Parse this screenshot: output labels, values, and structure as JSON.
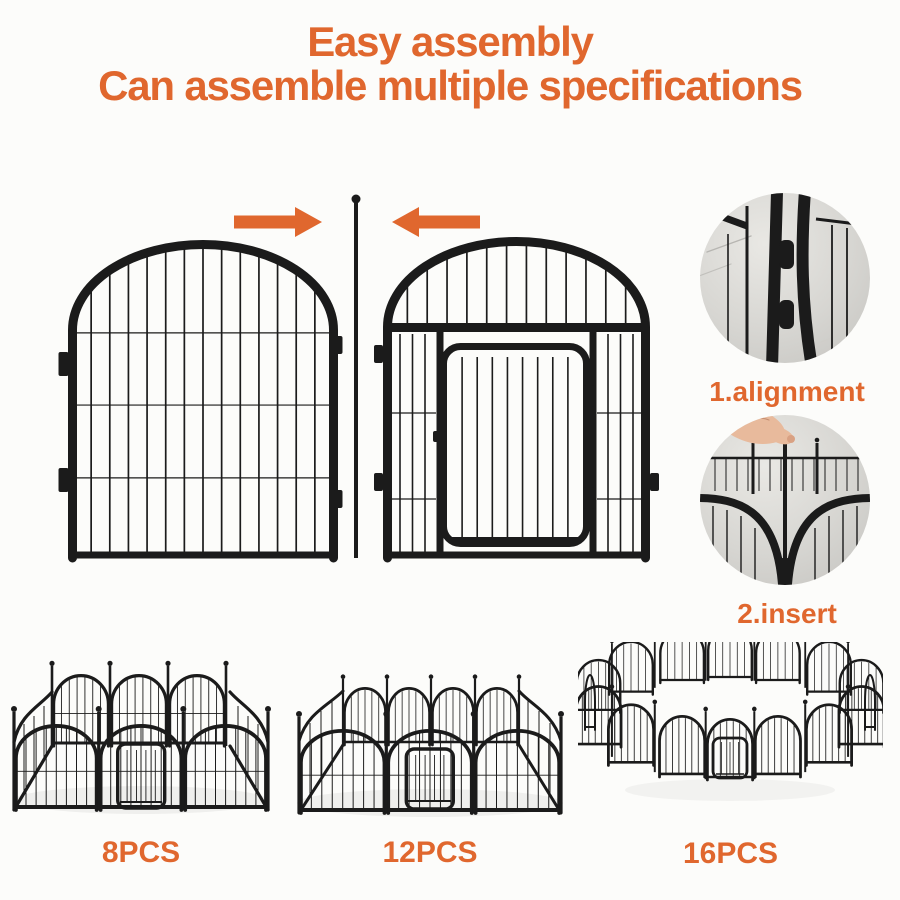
{
  "title": {
    "line1": "Easy assembly",
    "line2": "Can assemble multiple specifications"
  },
  "assembly": {
    "icons": [
      {
        "name": "arrow-right-icon"
      },
      {
        "name": "arrow-left-icon"
      }
    ],
    "parts": [
      {
        "name": "fence-panel-left"
      },
      {
        "name": "connector-rod"
      },
      {
        "name": "fence-panel-with-door"
      }
    ]
  },
  "steps": [
    {
      "label": "1.alignment"
    },
    {
      "label": "2.insert"
    }
  ],
  "configurations": [
    {
      "label": "8PCS"
    },
    {
      "label": "12PCS"
    },
    {
      "label": "16PCS"
    }
  ],
  "colors": {
    "accent": "#E0672E",
    "fence": "#1B1B1B",
    "inset_bg": "#D7D6D2",
    "hand_skin": "#E8BA9C"
  }
}
